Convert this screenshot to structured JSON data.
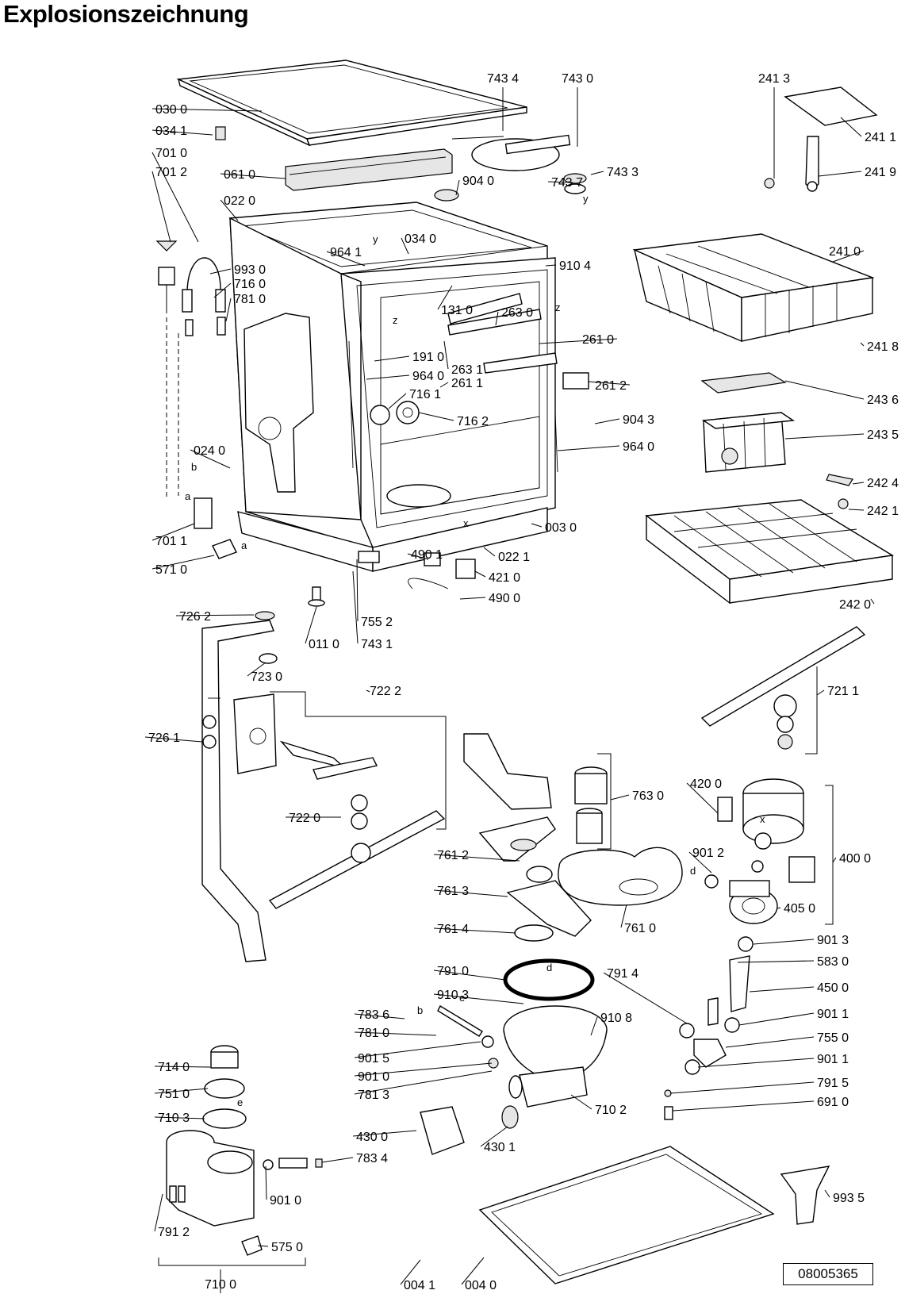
{
  "title": "Explosionszeichnung",
  "document_id": "08005365",
  "part_labels": [
    "743 4",
    "743 0",
    "241 3",
    "030 0",
    "034 1",
    "701 0",
    "701 2",
    "061 0",
    "743 3",
    "743 7",
    "241 1",
    "241 9",
    "904 0",
    "022 0",
    "034 0",
    "241 0",
    "964 1",
    "910 4",
    "993 0",
    "716 0",
    "781 0",
    "131 0",
    "263 0",
    "261 0",
    "241 8",
    "191 0",
    "263 1",
    "964 0",
    "261 1",
    "261 2",
    "716 1",
    "243 6",
    "716 2",
    "904 3",
    "964 0",
    "243 5",
    "024 0",
    "242 4",
    "242 1",
    "003 0",
    "701 1",
    "571 0",
    "490 1",
    "022 1",
    "421 0",
    "490 0",
    "242 0",
    "726 2",
    "755 2",
    "011 0",
    "743 1",
    "723 0",
    "721 1",
    "722 2",
    "726 1",
    "763 0",
    "420 0",
    "722 0",
    "400 0",
    "901 2",
    "761 2",
    "761 3",
    "405 0",
    "761 0",
    "761 4",
    "901 3",
    "583 0",
    "791 0",
    "791 4",
    "450 0",
    "910 3",
    "910 8",
    "783 6",
    "901 1",
    "781 0",
    "755 0",
    "901 5",
    "901 1",
    "714 0",
    "901 0",
    "791 5",
    "781 3",
    "710 2",
    "751 0",
    "691 0",
    "710 3",
    "430 0",
    "430 1",
    "783 4",
    "901 0",
    "993 5",
    "791 2",
    "575 0",
    "710 0",
    "004 1",
    "004 0"
  ],
  "callout_letters": [
    "z",
    "z",
    "x",
    "x",
    "b",
    "a",
    "a",
    "y",
    "y",
    "b",
    "e",
    "d",
    "d",
    "e"
  ]
}
